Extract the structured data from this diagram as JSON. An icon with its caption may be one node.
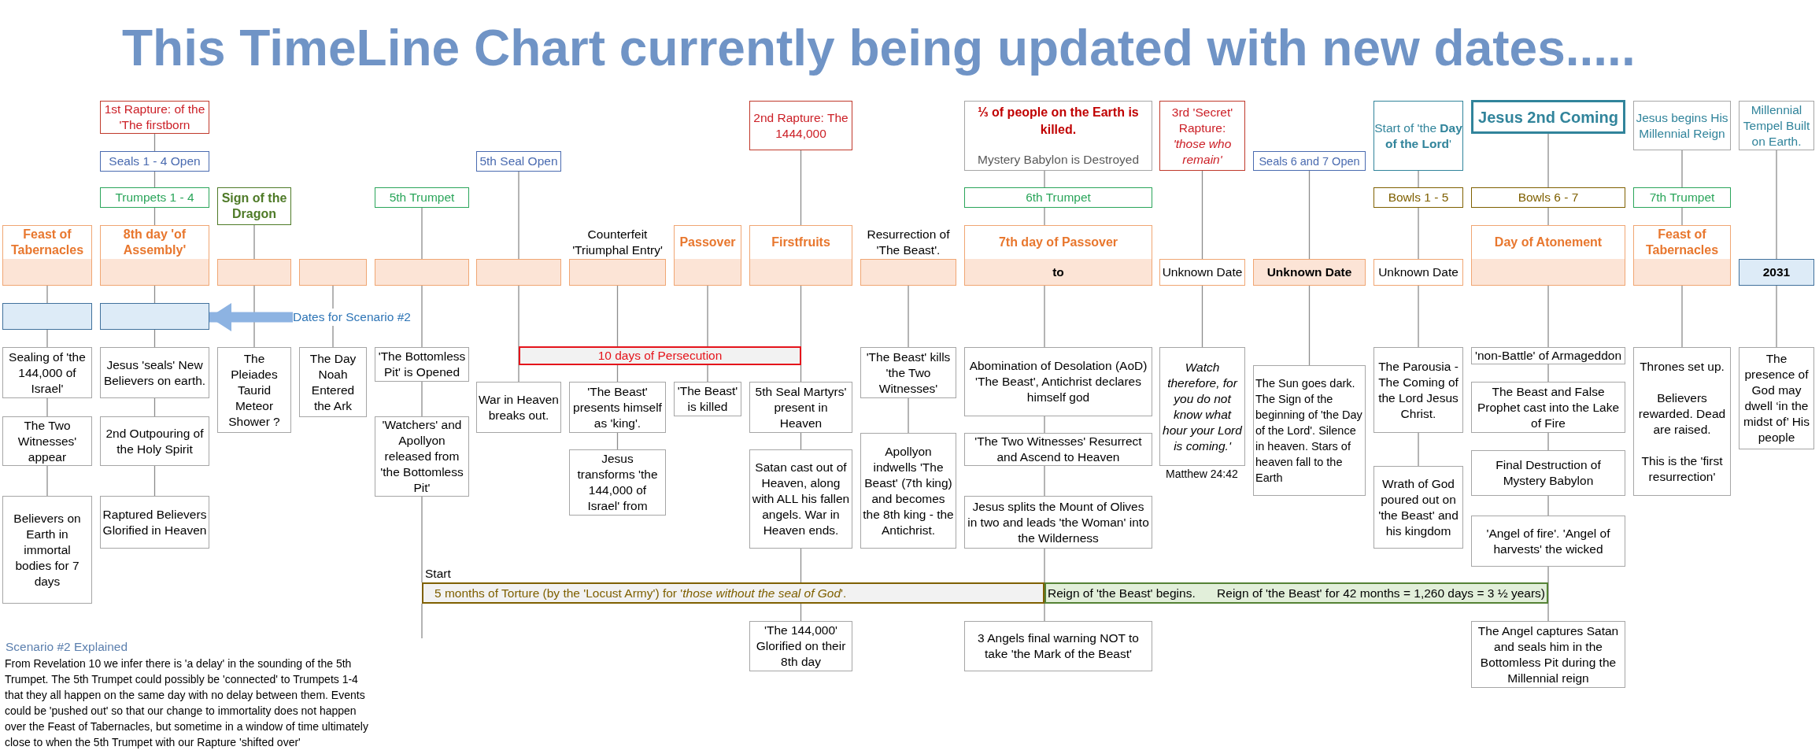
{
  "diagram": {
    "title": "This TimeLine Chart currently being updated with new dates.....",
    "nodes": [
      {
        "text": [
          "Feast of Tabernacles"
        ]
      },
      {
        "text": [],
        "shape": "box"
      },
      {
        "text": [
          "Sealing of 'the 144,000 of Israel'"
        ]
      },
      {
        "text": [
          "The Two Witnesses' appear"
        ]
      },
      {
        "text": [
          "Believers on Earth in immortal bodies for 7 days"
        ]
      },
      {
        "text": [
          "1st Rapture: of the 'The firstborn"
        ]
      },
      {
        "text": [
          "Seals 1 - 4 Open"
        ]
      },
      {
        "text": [
          "Trumpets 1 - 4"
        ]
      },
      {
        "text": [
          "8th day 'of Assembly'"
        ]
      },
      {
        "text": [],
        "shape": "box"
      },
      {
        "text": [
          "Jesus 'seals' New Believers on earth."
        ]
      },
      {
        "text": [
          "2nd Outpouring of the Holy Spirit"
        ]
      },
      {
        "text": [
          "Raptured Believers Glorified in Heaven"
        ]
      },
      {
        "text": [
          "Sign of the Dragon"
        ]
      },
      {
        "text": [],
        "shape": "box"
      },
      {
        "text": [
          "The Pleiades Taurid Meteor Shower ?"
        ]
      },
      {
        "text": [
          "Dates for Scenario #2"
        ]
      },
      {
        "text": [],
        "shape": "box"
      },
      {
        "text": [
          "The Day Noah Entered the Ark"
        ]
      },
      {
        "text": [
          "5th Trumpet"
        ]
      },
      {
        "text": [],
        "shape": "box"
      },
      {
        "text": [
          "'The Bottomless Pit' is Opened"
        ]
      },
      {
        "text": [
          "'Watchers' and Apollyon released from 'the Bottomless Pit'"
        ]
      },
      {
        "text": [
          "5th Seal Open"
        ]
      },
      {
        "text": [],
        "shape": "box"
      },
      {
        "text": [
          "10 days of Persecution"
        ]
      },
      {
        "text": [
          "War in Heaven breaks out."
        ]
      },
      {
        "text": [
          "Counterfeit 'Triumphal Entry'"
        ]
      },
      {
        "text": [
          "'The Beast' presents himself as 'king'."
        ]
      },
      {
        "text": [
          "Jesus transforms 'the 144,000 of Israel' from"
        ]
      },
      {
        "text": [
          "Passover"
        ]
      },
      {
        "text": [
          "'The Beast' is killed"
        ]
      },
      {
        "text": [
          "2nd Rapture: The 1444,000"
        ]
      },
      {
        "text": [
          "Firstfruits"
        ]
      },
      {
        "text": [
          "5th Seal Martyrs' present in Heaven"
        ]
      },
      {
        "text": [
          "Satan cast out of Heaven, along with ALL his fallen angels. War in Heaven ends."
        ]
      },
      {
        "text": [
          "'The 144,000' Glorified on their 8th day"
        ]
      },
      {
        "text": [
          "5 months of Torture (by the 'Locust Army') for '*those without the seal of God*'."
        ],
        "beside": [
          "Start"
        ]
      },
      {
        "text": [
          "Resurrection of 'The Beast'."
        ]
      },
      {
        "text": [
          "'The Beast' kills 'the Two Witnesses'"
        ]
      },
      {
        "text": [
          "Apollyon indwells 'The Beast' (7th king) and becomes the 8th king - the Antichrist."
        ]
      },
      {
        "text": [
          "⅓ of people on the Earth is killed.",
          "Mystery Babylon is Destroyed"
        ]
      },
      {
        "text": [
          "6th Trumpet"
        ]
      },
      {
        "text": [
          "7th day of Passover",
          "to"
        ]
      },
      {
        "text": [
          "Abomination of Desolation (AoD) 'The Beast', Antichrist declares himself god"
        ]
      },
      {
        "text": [
          "'The Two Witnesses' Resurrect and Ascend to Heaven"
        ]
      },
      {
        "text": [
          "Jesus splits the Mount of Olives in two and leads 'the Woman' into the Wilderness"
        ]
      },
      {
        "text": [
          "3 Angels final warning NOT to take 'the Mark of the Beast'"
        ]
      },
      {
        "text": [
          "Reign of 'the Beast' begins.",
          "Reign of 'the Beast' for 42 months = 1,260 days = 3 ½ years)"
        ]
      },
      {
        "text": [
          "3rd 'Secret' Rapture:",
          "'those who remain'"
        ]
      },
      {
        "text": [
          "Unknown Date"
        ]
      },
      {
        "text": [
          "Watch therefore, for you do not know what hour your Lord is coming.'"
        ],
        "beside": [
          "Matthew 24:42"
        ]
      },
      {
        "text": [
          "Seals 6 and 7 Open"
        ]
      },
      {
        "text": [
          "Unknown Date"
        ]
      },
      {
        "text": [
          "The Sun goes dark. The Sign of the beginning of 'the Day of the Lord'. Silence in heaven. Stars of heaven fall to the Earth"
        ]
      },
      {
        "text": [
          "Start of 'the **Day of the Lord**'"
        ]
      },
      {
        "text": [
          "Bowls 1 - 5"
        ]
      },
      {
        "text": [
          "Unknown Date"
        ]
      },
      {
        "text": [
          "The Parousia - The Coming of the Lord Jesus Christ."
        ]
      },
      {
        "text": [
          "Wrath of God poured out on 'the Beast' and his kingdom"
        ]
      },
      {
        "text": [
          "Jesus 2nd Coming"
        ]
      },
      {
        "text": [
          "Bowls 6 - 7"
        ]
      },
      {
        "text": [
          "Day of Atonement"
        ]
      },
      {
        "text": [
          "'non-Battle' of Armageddon"
        ]
      },
      {
        "text": [
          "The Beast and False Prophet cast into the Lake of Fire"
        ]
      },
      {
        "text": [
          "Final Destruction of Mystery Babylon"
        ]
      },
      {
        "text": [
          "'Angel of fire'. 'Angel of harvests' the wicked"
        ]
      },
      {
        "text": [
          "The Angel captures Satan and seals him in the Bottomless Pit during the Millennial reign"
        ]
      },
      {
        "text": [
          "Jesus begins His Millennial Reign"
        ]
      },
      {
        "text": [
          "7th Trumpet"
        ]
      },
      {
        "text": [
          "Feast of Tabernacles"
        ]
      },
      {
        "text": [
          "Thrones set up.",
          "Believers rewarded. Dead are raised.",
          "This is the 'first resurrection'"
        ]
      },
      {
        "text": [
          "Millennial Tempel Built on Earth."
        ]
      },
      {
        "text": [
          "2031"
        ]
      },
      {
        "text": [
          "The presence of God may dwell ‘in the midst of’ His people"
        ]
      }
    ],
    "edges": [
      {
        "from": 0,
        "to": 1,
        "arrow": "none"
      },
      {
        "from": 1,
        "to": 2,
        "arrow": "none"
      },
      {
        "from": 2,
        "to": 3,
        "arrow": "none"
      },
      {
        "from": 3,
        "to": 4,
        "arrow": "none"
      },
      {
        "from": 5,
        "to": 6,
        "arrow": "none"
      },
      {
        "from": 6,
        "to": 7,
        "arrow": "none"
      },
      {
        "from": 7,
        "to": 8,
        "arrow": "none"
      },
      {
        "from": 8,
        "to": 9,
        "arrow": "none"
      },
      {
        "from": 9,
        "to": 10,
        "arrow": "none"
      },
      {
        "from": 10,
        "to": 11,
        "arrow": "none"
      },
      {
        "from": 11,
        "to": 12,
        "arrow": "none"
      },
      {
        "from": 13,
        "to": 14,
        "arrow": "none"
      },
      {
        "from": 14,
        "to": 15,
        "arrow": "none"
      },
      {
        "from": 16,
        "to": 9,
        "arrow": "to",
        "style": "thick",
        "color": "#8db3e2"
      },
      {
        "from": 17,
        "to": 18,
        "arrow": "none"
      },
      {
        "from": 19,
        "to": 20,
        "arrow": "none"
      },
      {
        "from": 20,
        "to": 21,
        "arrow": "none"
      },
      {
        "from": 21,
        "to": 22,
        "arrow": "none"
      },
      {
        "from": 22,
        "to": 37,
        "arrow": "none"
      },
      {
        "from": 23,
        "to": 24,
        "arrow": "none"
      },
      {
        "from": 24,
        "to": 26,
        "arrow": "none"
      },
      {
        "from": 27,
        "to": 28,
        "arrow": "none"
      },
      {
        "from": 28,
        "to": 29,
        "arrow": "none"
      },
      {
        "from": 30,
        "to": 31,
        "arrow": "none"
      },
      {
        "from": 32,
        "to": 33,
        "arrow": "none"
      },
      {
        "from": 33,
        "to": 34,
        "arrow": "none"
      },
      {
        "from": 34,
        "to": 35,
        "arrow": "none"
      },
      {
        "from": 35,
        "to": 36,
        "arrow": "none"
      },
      {
        "from": 38,
        "to": 39,
        "arrow": "none"
      },
      {
        "from": 39,
        "to": 40,
        "arrow": "none"
      },
      {
        "from": 41,
        "to": 42,
        "arrow": "none"
      },
      {
        "from": 42,
        "to": 43,
        "arrow": "none"
      },
      {
        "from": 43,
        "to": 44,
        "arrow": "none"
      },
      {
        "from": 44,
        "to": 45,
        "arrow": "none"
      },
      {
        "from": 45,
        "to": 46,
        "arrow": "none"
      },
      {
        "from": 46,
        "to": 47,
        "arrow": "none"
      },
      {
        "from": 49,
        "to": 50,
        "arrow": "none"
      },
      {
        "from": 50,
        "to": 51,
        "arrow": "none"
      },
      {
        "from": 52,
        "to": 53,
        "arrow": "none"
      },
      {
        "from": 53,
        "to": 54,
        "arrow": "none"
      },
      {
        "from": 55,
        "to": 56,
        "arrow": "none"
      },
      {
        "from": 56,
        "to": 57,
        "arrow": "none"
      },
      {
        "from": 57,
        "to": 58,
        "arrow": "none"
      },
      {
        "from": 58,
        "to": 59,
        "arrow": "none"
      },
      {
        "from": 60,
        "to": 61,
        "arrow": "none"
      },
      {
        "from": 61,
        "to": 62,
        "arrow": "none"
      },
      {
        "from": 62,
        "to": 63,
        "arrow": "none"
      },
      {
        "from": 63,
        "to": 64,
        "arrow": "none"
      },
      {
        "from": 64,
        "to": 65,
        "arrow": "none"
      },
      {
        "from": 65,
        "to": 66,
        "arrow": "none"
      },
      {
        "from": 66,
        "to": 67,
        "arrow": "none"
      },
      {
        "from": 68,
        "to": 69,
        "arrow": "none"
      },
      {
        "from": 69,
        "to": 70,
        "arrow": "none"
      },
      {
        "from": 70,
        "to": 71,
        "arrow": "none"
      },
      {
        "from": 72,
        "to": 73,
        "arrow": "none"
      },
      {
        "from": 73,
        "to": 74,
        "arrow": "none"
      }
    ],
    "labels": [
      "Scenario #2 Explained",
      "From Revelation 10 we infer there is 'a delay' in the sounding of the 5th Trumpet. The 5th Trumpet could possibly be 'connected' to Trumpets 1-4 that they all happen on the same day with no delay between them. Events could be 'pushed out' so that our change to immortality does not happen over the Feast of Tabernacles, but sometime in a window of time ultimately close to when the 5th Trumpet with our Rapture 'shifted over'"
    ]
  }
}
